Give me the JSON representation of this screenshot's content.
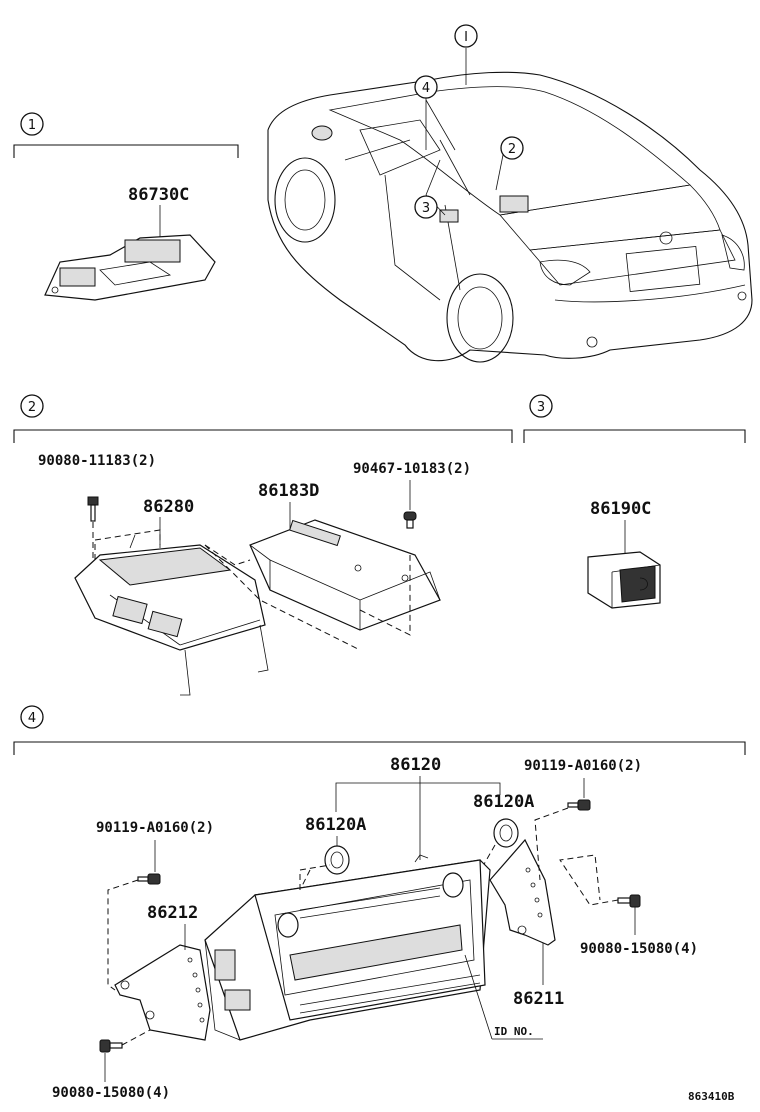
{
  "diagram": {
    "sections": [
      {
        "id": "1",
        "parts": [
          "86730C"
        ]
      },
      {
        "id": "2",
        "parts": [
          "90080-11183(2)",
          "86280",
          "86183D",
          "90467-10183(2)"
        ]
      },
      {
        "id": "3",
        "parts": [
          "86190C"
        ]
      },
      {
        "id": "4",
        "parts": [
          "86120",
          "86120A",
          "86120A",
          "90119-A0160(2)",
          "90119-A0160(2)",
          "86212",
          "86211",
          "90080-15080(4)",
          "90080-15080(4)",
          "ID NO."
        ]
      }
    ],
    "car_callouts": [
      "I",
      "4",
      "2",
      "3"
    ],
    "section_callouts": [
      "1",
      "2",
      "3",
      "4"
    ],
    "labels": {
      "p86730C": "86730C",
      "p90080_11183": "90080-11183(2)",
      "p86280": "86280",
      "p86183D": "86183D",
      "p90467_10183": "90467-10183(2)",
      "p86190C": "86190C",
      "p86120": "86120",
      "p86120A_left": "86120A",
      "p86120A_right": "86120A",
      "p90119_left": "90119-A0160(2)",
      "p90119_right": "90119-A0160(2)",
      "p86212": "86212",
      "p86211": "86211",
      "p90080_15080_right": "90080-15080(4)",
      "p90080_15080_bottom": "90080-15080(4)",
      "id_no": "ID NO.",
      "ref_code": "863410B"
    }
  }
}
